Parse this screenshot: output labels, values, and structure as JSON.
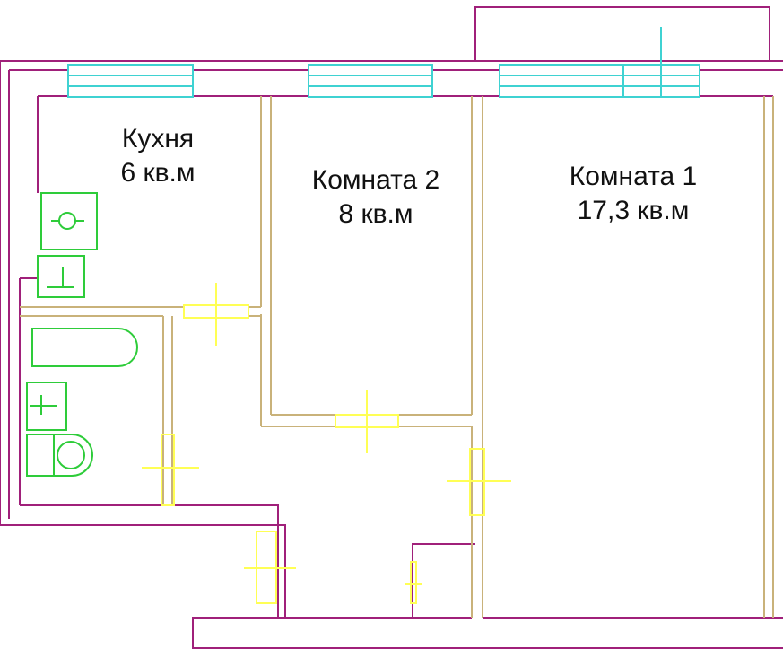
{
  "colors": {
    "outer_wall": "#a0207a",
    "inner_wall": "#c9b27a",
    "plumbing": "#2ecc3a",
    "window": "#3fd2d2",
    "door": "#ffff55",
    "text": "#111111"
  },
  "rooms": [
    {
      "id": "kitchen",
      "name": "Кухня",
      "area": "6 кв.м"
    },
    {
      "id": "room2",
      "name": "Комната 2",
      "area": "8 кв.м"
    },
    {
      "id": "room1",
      "name": "Комната 1",
      "area": "17,3 кв.м"
    }
  ],
  "icons": [
    "window-icon",
    "door-icon",
    "sink-icon",
    "stove-icon",
    "bathtub-icon",
    "toilet-icon",
    "washbasin-icon"
  ]
}
